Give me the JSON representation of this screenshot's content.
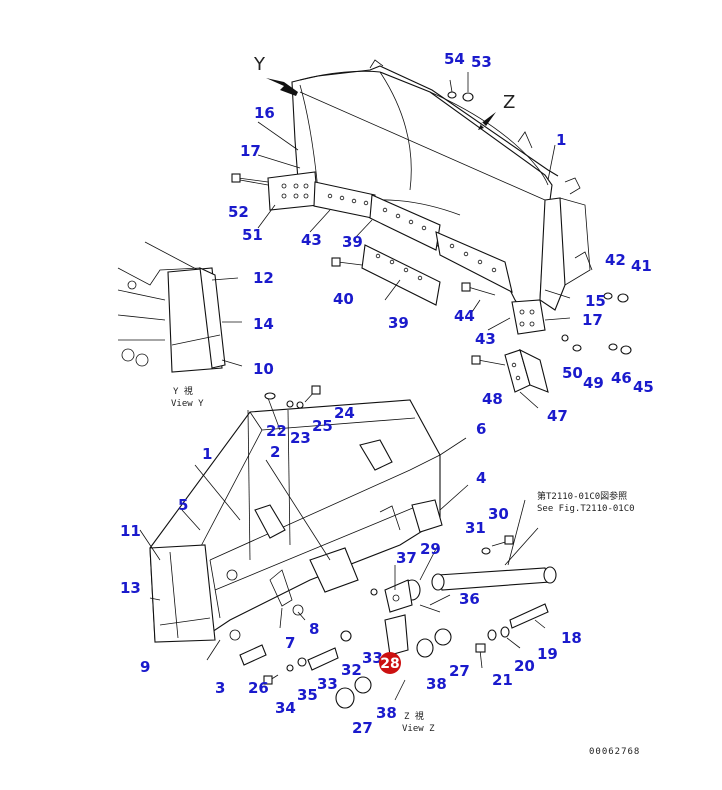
{
  "callouts": [
    {
      "text": "54"
    },
    {
      "text": "53"
    },
    {
      "text": "16"
    },
    {
      "text": "1"
    },
    {
      "text": "17"
    },
    {
      "text": "52"
    },
    {
      "text": "51"
    },
    {
      "text": "43"
    },
    {
      "text": "39"
    },
    {
      "text": "42"
    },
    {
      "text": "41"
    },
    {
      "text": "40"
    },
    {
      "text": "15"
    },
    {
      "text": "39"
    },
    {
      "text": "44"
    },
    {
      "text": "17"
    },
    {
      "text": "43"
    },
    {
      "text": "12"
    },
    {
      "text": "14"
    },
    {
      "text": "10"
    },
    {
      "text": "50"
    },
    {
      "text": "49"
    },
    {
      "text": "46"
    },
    {
      "text": "45"
    },
    {
      "text": "48"
    },
    {
      "text": "47"
    },
    {
      "text": "22"
    },
    {
      "text": "23"
    },
    {
      "text": "25"
    },
    {
      "text": "24"
    },
    {
      "text": "6"
    },
    {
      "text": "1"
    },
    {
      "text": "2"
    },
    {
      "text": "4"
    },
    {
      "text": "5"
    },
    {
      "text": "30"
    },
    {
      "text": "31"
    },
    {
      "text": "11"
    },
    {
      "text": "29"
    },
    {
      "text": "37"
    },
    {
      "text": "13"
    },
    {
      "text": "36"
    },
    {
      "text": "18"
    },
    {
      "text": "7"
    },
    {
      "text": "8"
    },
    {
      "text": "19"
    },
    {
      "text": "9"
    },
    {
      "text": "33"
    },
    {
      "text": "20"
    },
    {
      "text": "27"
    },
    {
      "text": "26"
    },
    {
      "text": "32"
    },
    {
      "text": "21"
    },
    {
      "text": "3"
    },
    {
      "text": "33"
    },
    {
      "text": "38"
    },
    {
      "text": "35"
    },
    {
      "text": "34"
    },
    {
      "text": "27"
    },
    {
      "text": "38"
    }
  ],
  "highlight": {
    "text": "28",
    "color": "#cc1111"
  },
  "view_labels": {
    "y_letter": "Y",
    "z_letter": "Z",
    "view_y_jp": "Y 視",
    "view_y_en": "View Y",
    "view_z_jp": "Z 視",
    "view_z_en": "View Z"
  },
  "reference_note": {
    "jp": "第T2110-01C0図参照",
    "en": "See Fig.T2110-01C0"
  },
  "drawing_number": "00062768",
  "colors": {
    "callout": "#1a1acc",
    "highlight": "#cc1111",
    "line": "#111111"
  }
}
